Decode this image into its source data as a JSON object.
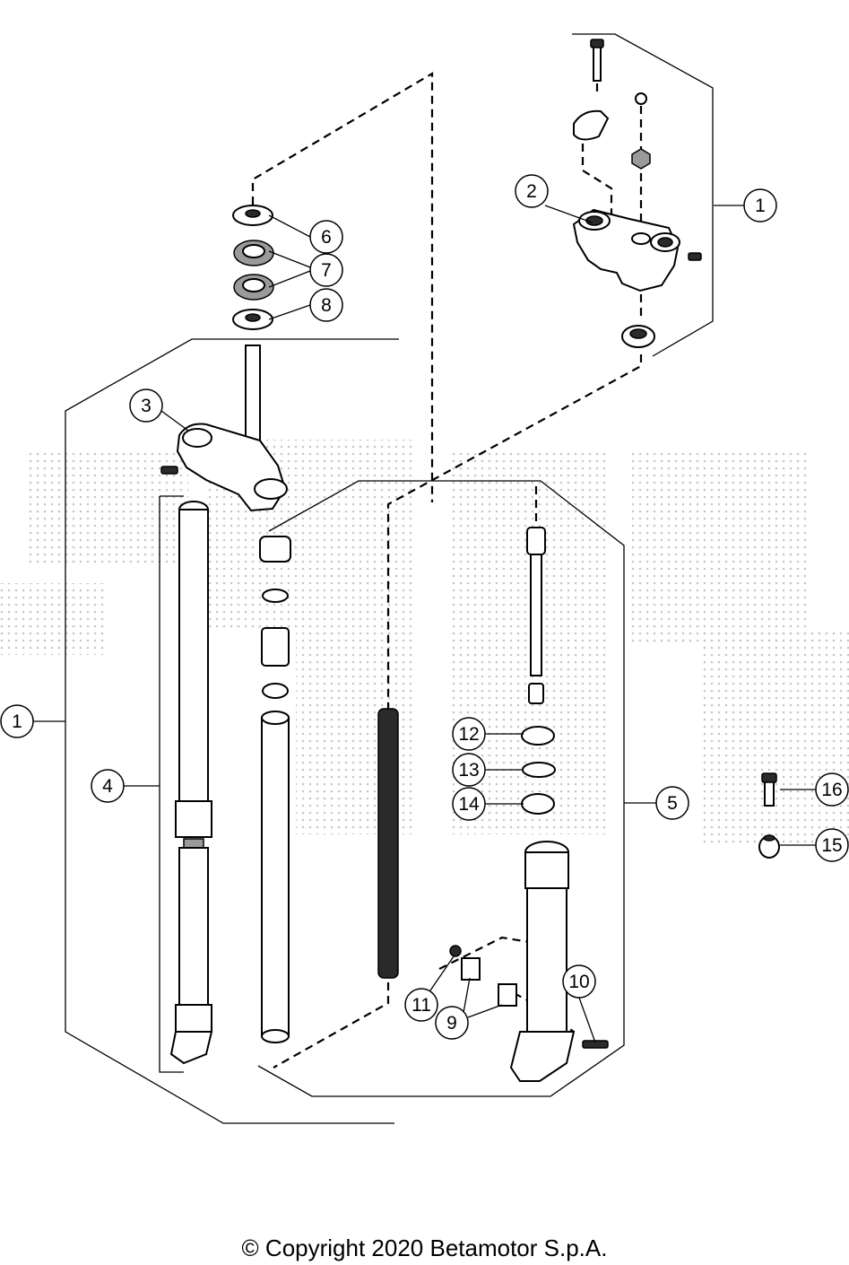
{
  "footer": {
    "copyright": "© Copyright 2020 Betamotor S.p.A."
  },
  "callouts": [
    {
      "id": "c1a",
      "label": "1"
    },
    {
      "id": "c2",
      "label": "2"
    },
    {
      "id": "c6",
      "label": "6"
    },
    {
      "id": "c7",
      "label": "7"
    },
    {
      "id": "c8",
      "label": "8"
    },
    {
      "id": "c3",
      "label": "3"
    },
    {
      "id": "c1b",
      "label": "1"
    },
    {
      "id": "c4",
      "label": "4"
    },
    {
      "id": "c12",
      "label": "12"
    },
    {
      "id": "c13",
      "label": "13"
    },
    {
      "id": "c14",
      "label": "14"
    },
    {
      "id": "c5",
      "label": "5"
    },
    {
      "id": "c16",
      "label": "16"
    },
    {
      "id": "c15",
      "label": "15"
    },
    {
      "id": "c10",
      "label": "10"
    },
    {
      "id": "c11",
      "label": "11"
    },
    {
      "id": "c9",
      "label": "9"
    }
  ],
  "colors": {
    "line": "#000000",
    "watermark": "#cfcfcf",
    "part_shade": "#9a9a9a"
  }
}
